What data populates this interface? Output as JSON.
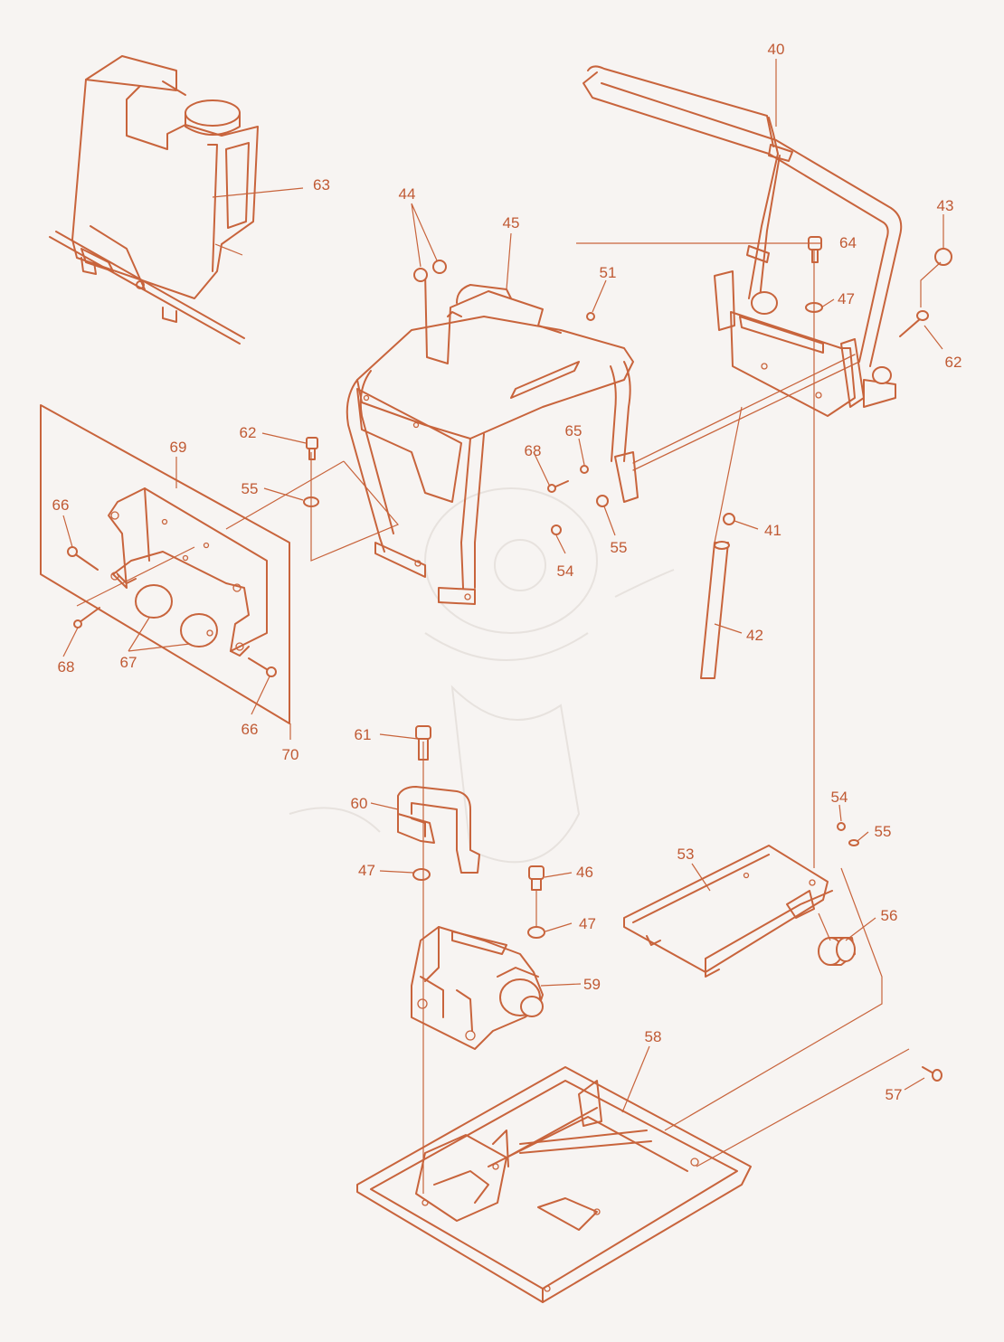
{
  "callouts": {
    "c40": "40",
    "c41": "41",
    "c42": "42",
    "c43": "43",
    "c44": "44",
    "c45": "45",
    "c46": "46",
    "c47a": "47",
    "c47b": "47",
    "c47c": "47",
    "c51": "51",
    "c53": "53",
    "c54a": "54",
    "c54b": "54",
    "c55a": "55",
    "c55b": "55",
    "c55c": "55",
    "c56": "56",
    "c57": "57",
    "c58": "58",
    "c59": "59",
    "c60": "60",
    "c61": "61",
    "c62a": "62",
    "c62b": "62",
    "c63": "63",
    "c64": "64",
    "c65": "65",
    "c66a": "66",
    "c66b": "66",
    "c67": "67",
    "c68a": "68",
    "c68b": "68",
    "c69": "69",
    "c70": "70"
  },
  "colors": {
    "line": "#c8643c",
    "text": "#c05a34",
    "background": "#f7f4f2"
  }
}
